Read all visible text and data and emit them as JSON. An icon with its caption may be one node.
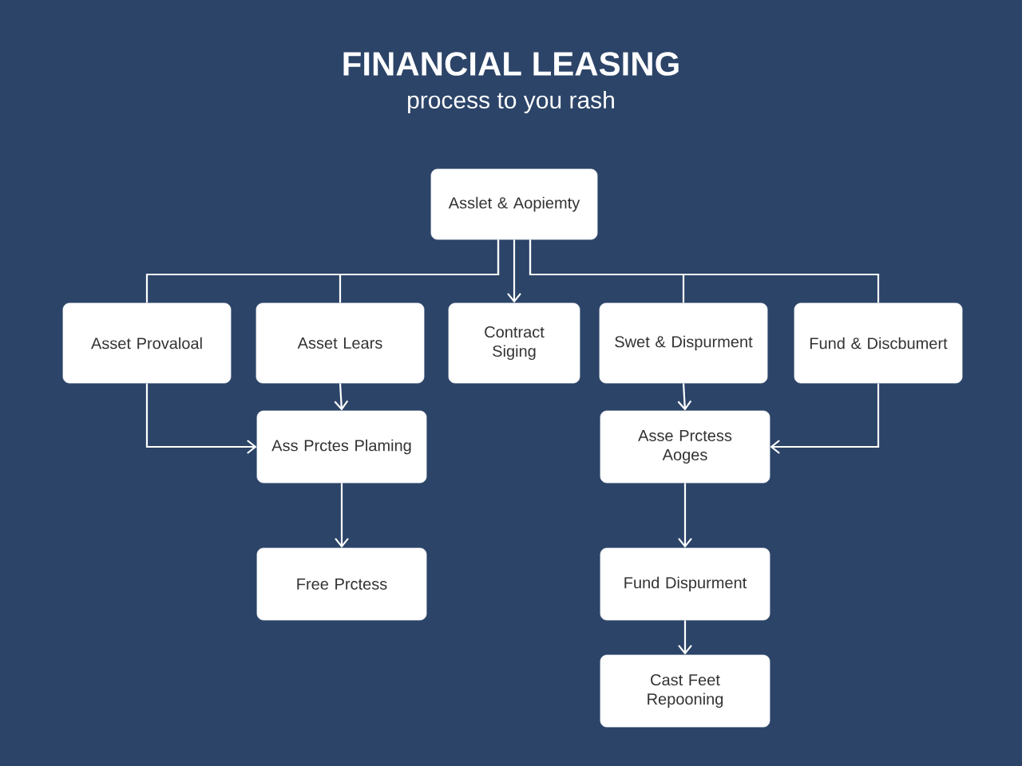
{
  "diagram": {
    "title": "FINANCIAL LEASING",
    "nodes": [
      {
        "text": [
          "Asslet & Aopiemty"
        ]
      },
      {
        "text": [
          "Asset Provaloal"
        ]
      },
      {
        "text": [
          "Asset Lears"
        ]
      },
      {
        "text": [
          "Contract Siging"
        ]
      },
      {
        "text": [
          "Swet & Dispurment"
        ]
      },
      {
        "text": [
          "Fund & Discbumert"
        ]
      },
      {
        "text": [
          "Ass Prctes Plaming"
        ]
      },
      {
        "text": [
          "Asse Prctess Aoges"
        ]
      },
      {
        "text": [
          "Free Prctess"
        ]
      },
      {
        "text": [
          "Fund Dispurment"
        ]
      },
      {
        "text": [
          "Cast Feet Repooning"
        ]
      }
    ],
    "edges": [
      {
        "from": 0,
        "to": 1,
        "arrow": "none"
      },
      {
        "from": 0,
        "to": 2,
        "arrow": "none"
      },
      {
        "from": 0,
        "to": 3,
        "arrow": "to"
      },
      {
        "from": 0,
        "to": 4,
        "arrow": "none"
      },
      {
        "from": 0,
        "to": 5,
        "arrow": "none"
      },
      {
        "from": 1,
        "to": 6,
        "arrow": "to"
      },
      {
        "from": 2,
        "to": 6,
        "arrow": "to"
      },
      {
        "from": 4,
        "to": 7,
        "arrow": "to"
      },
      {
        "from": 5,
        "to": 7,
        "arrow": "to"
      },
      {
        "from": 6,
        "to": 8,
        "arrow": "to"
      },
      {
        "from": 7,
        "to": 9,
        "arrow": "to"
      },
      {
        "from": 9,
        "to": 10,
        "arrow": "to"
      }
    ],
    "labels": [
      "process to you rash"
    ]
  }
}
